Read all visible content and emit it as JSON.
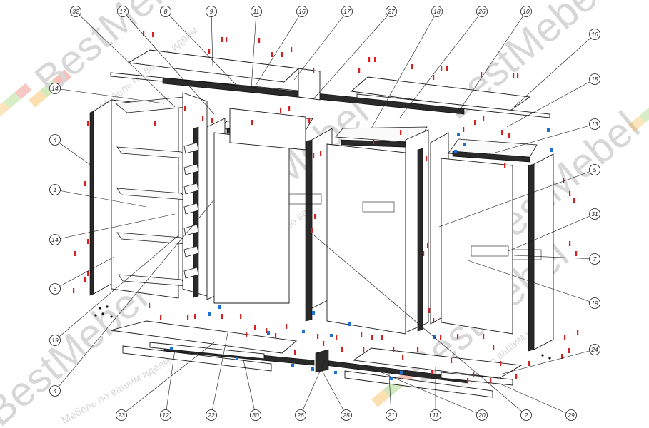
{
  "watermark": {
    "brand": "BestMebel",
    "slogan": "Мебель по вашим идеям",
    "logo_colors": [
      "#f5a623",
      "#7cc242",
      "#e84c3d"
    ],
    "text_color": "#d7d7d7"
  },
  "callouts": {
    "top": [
      "32",
      "17",
      "8",
      "9",
      "11",
      "16",
      "17",
      "27",
      "18",
      "26",
      "10"
    ],
    "left": [
      "14",
      "4",
      "1",
      "14",
      "6",
      "19",
      "4"
    ],
    "right": [
      "16",
      "15",
      "13",
      "5",
      "31",
      "7",
      "19",
      "24"
    ],
    "bottom": [
      "23",
      "12",
      "22",
      "30",
      "26",
      "25",
      "21",
      "11",
      "20",
      "2",
      "29"
    ]
  },
  "colors": {
    "line": "#1a1a1a",
    "hardware_red": "#d82020",
    "hardware_blue": "#1f6fd0"
  }
}
